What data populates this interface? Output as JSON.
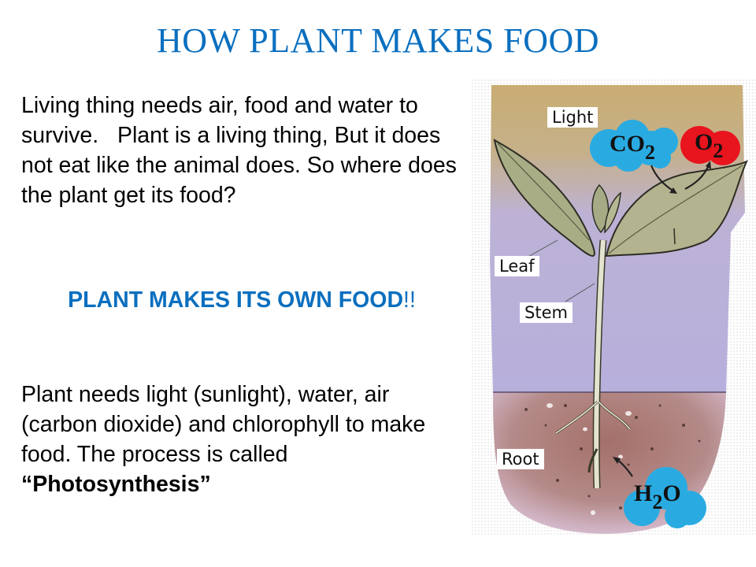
{
  "slide": {
    "title": "HOW PLANT MAKES FOOD",
    "paragraph_1": "Living thing needs air, food and water to survive.   Plant is a living thing, But it does not eat like the animal does. So where does the plant get its food?",
    "emphasis_main": "PLANT MAKES ITS OWN FOOD",
    "emphasis_suffix": "!!",
    "paragraph_2_lead": "Plant needs light (sunlight), water, air (carbon dioxide) and chlorophyll to make food. The process is called",
    "paragraph_2_term": "“Photosynthesis”"
  },
  "figure": {
    "labels": {
      "light": "Light",
      "leaf": "Leaf",
      "stem": "Stem",
      "root": "Root"
    },
    "molecules": {
      "co2": {
        "base": "CO",
        "sub": "2",
        "color": "#29abe2"
      },
      "o2": {
        "base": "O",
        "sub": "2",
        "color": "#e8141e"
      },
      "h2o": {
        "base_1": "H",
        "sub": "2",
        "base_2": "O",
        "color": "#29abe2"
      }
    },
    "colors": {
      "sky_top": "#c9ad72",
      "sky_bottom": "#b9aedb",
      "soil": "#a7716a",
      "soil_edge": "#dcc0d8",
      "leaf": "#a9ad86"
    }
  },
  "colors": {
    "accent": "#0a6fbf",
    "body_text": "#000000"
  }
}
